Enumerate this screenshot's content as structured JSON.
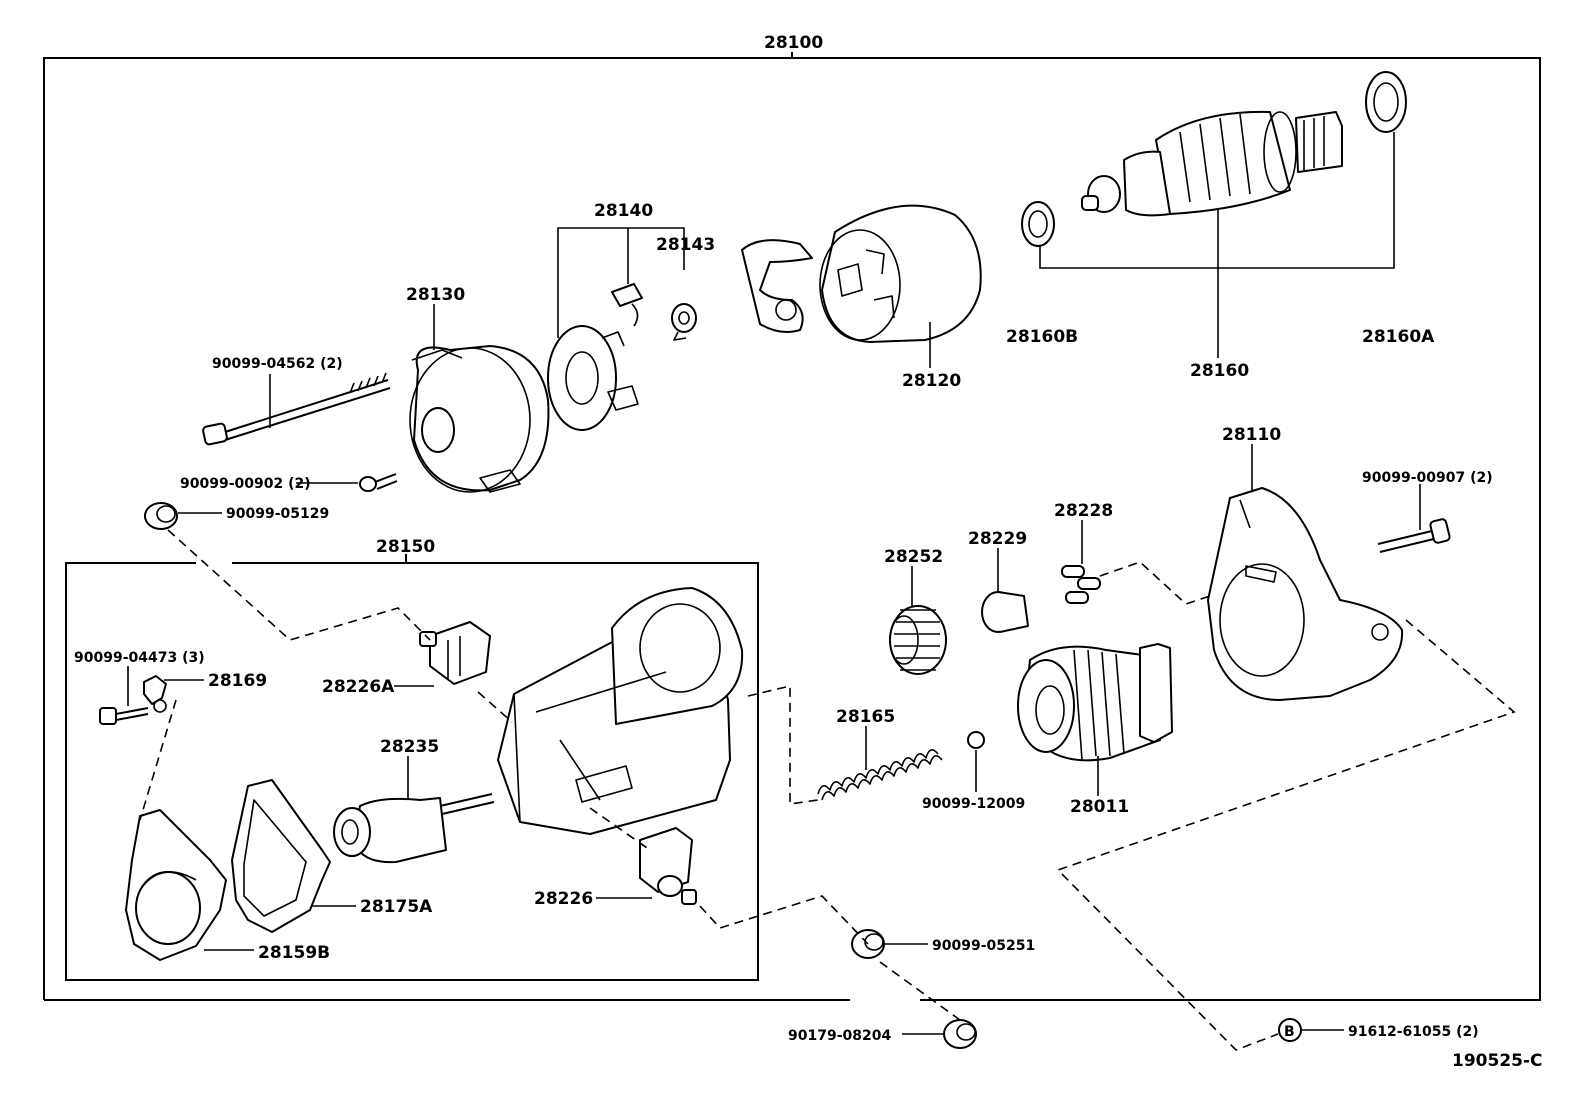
{
  "diagram_code": "190525-C",
  "assembly": "28100",
  "labels": {
    "p28130": "28130",
    "p28140": "28140",
    "p28143": "28143",
    "p28120": "28120",
    "p28160B": "28160B",
    "p28160": "28160",
    "p28160A": "28160A",
    "p28110": "28110",
    "b90099_04562": "90099-04562 (2)",
    "b90099_00902": "90099-00902 (2)",
    "b90099_05129": "90099-05129",
    "b90099_00907": "90099-00907 (2)",
    "p28228": "28228",
    "p28229": "28229",
    "p28252": "28252",
    "p28150": "28150",
    "b90099_04473": "90099-04473 (3)",
    "p28169": "28169",
    "p28226A": "28226A",
    "p28235": "28235",
    "p28175A": "28175A",
    "p28159B": "28159B",
    "p28226": "28226",
    "p28165": "28165",
    "b90099_12009": "90099-12009",
    "p28011": "28011",
    "b90099_05251": "90099-05251",
    "b90179_08204": "90179-08204",
    "b91612_61055": "91612-61055 (2)",
    "b_marker": "B"
  }
}
